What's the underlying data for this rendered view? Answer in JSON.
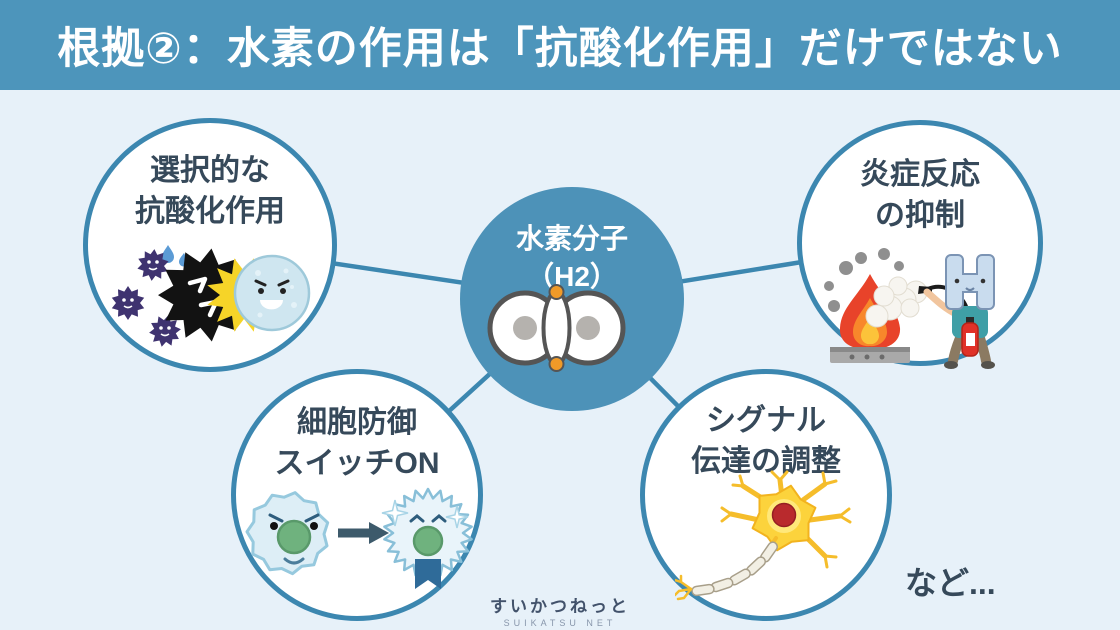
{
  "header": {
    "title": "根拠②：水素の作用は「抗酸化作用」だけではない"
  },
  "center_node": {
    "line1": "水素分子",
    "line2": "（H2）",
    "icon": "hydrogen-molecule-icon"
  },
  "nodes": {
    "top_left": {
      "line1": "選択的な",
      "line2": "抗酸化作用",
      "icon": "free-radicals-icon"
    },
    "top_right": {
      "line1": "炎症反応",
      "line2": "の抑制",
      "icon": "fire-extinguisher-icon"
    },
    "bottom_left": {
      "line1": "細胞防御",
      "line2": "スイッチON",
      "icon": "cell-defense-icon"
    },
    "bottom_right": {
      "line1": "シグナル",
      "line2": "伝達の調整",
      "icon": "neuron-icon"
    }
  },
  "etc_label": "など...",
  "watermark": {
    "jp": "すいかつねっと",
    "en": "SUIKATSU NET"
  },
  "colors": {
    "page_bg": "#e7f1f9",
    "header_bg": "#4d95bb",
    "center_circle_bg": "#4d92b8",
    "circle_border": "#3c87b0",
    "text_dark": "#36495a",
    "electron_orange": "#f09a28",
    "radical_purple": "#3f3370",
    "burst_yellow": "#f6d428",
    "flame_red": "#e8432a",
    "neuron_yellow": "#fcd33c",
    "nucleus_green": "#6fb27e",
    "shield_blue": "#2f6b99"
  }
}
